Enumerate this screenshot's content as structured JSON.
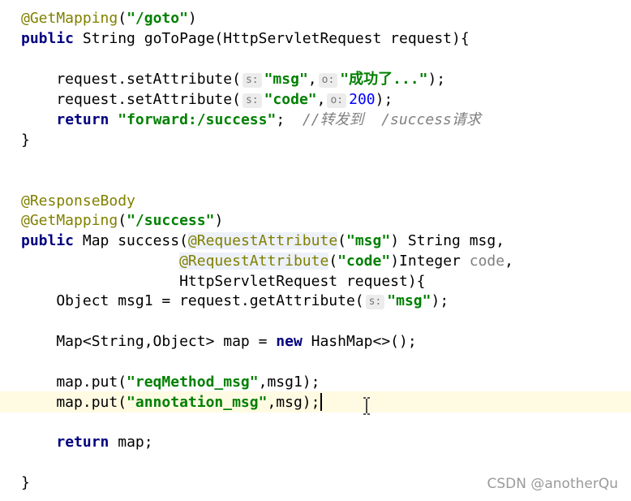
{
  "colors": {
    "annotation": "#808000",
    "keyword": "#000080",
    "string": "#008000",
    "number": "#0000ff",
    "comment": "#808080",
    "current_line": "#fffbe3"
  },
  "code": {
    "l1": {
      "ann": "@GetMapping",
      "open": "(",
      "str": "\"/goto\"",
      "close": ")"
    },
    "l2": {
      "kw": "public",
      "rest": " String goToPage(HttpServletRequest request){"
    },
    "l4": {
      "pre": "    request.setAttribute(",
      "hint1": "s:",
      "str1": "\"msg\"",
      "comma": ",",
      "hint2": "o:",
      "str2": "\"成功了...\"",
      "end": ");"
    },
    "l5": {
      "pre": "    request.setAttribute(",
      "hint1": "s:",
      "str1": "\"code\"",
      "comma": ",",
      "hint2": "o:",
      "num": "200",
      "end": ");"
    },
    "l6": {
      "pre": "    ",
      "kw": "return",
      "sp": " ",
      "str": "\"forward:/success\"",
      "semi": ";  ",
      "cmt": "//转发到  /success请求"
    },
    "l7": {
      "text": "}"
    },
    "l10": {
      "ann": "@ResponseBody"
    },
    "l11": {
      "ann": "@GetMapping",
      "open": "(",
      "str": "\"/success\"",
      "close": ")"
    },
    "l12": {
      "kw": "public",
      "pre": " Map success(",
      "ann": "@RequestAttribute",
      "open": "(",
      "str": "\"msg\"",
      "rest": ") String msg,"
    },
    "l13": {
      "pre": "                  ",
      "ann": "@RequestAttribute",
      "open": "(",
      "str": "\"code\"",
      "mid": ")Integer ",
      "gray": "code",
      "rest": ","
    },
    "l14": {
      "text": "                  HttpServletRequest request){"
    },
    "l15": {
      "pre": "    Object msg1 = request.getAttribute(",
      "hint": "s:",
      "str": "\"msg\"",
      "end": ");"
    },
    "l17": {
      "pre": "    Map<String,Object> map = ",
      "kw": "new",
      "rest": " HashMap<>();"
    },
    "l19": {
      "pre": "    map.put(",
      "str": "\"reqMethod_msg\"",
      "rest": ",msg1);"
    },
    "l20": {
      "pre": "    map.put(",
      "str": "\"annotation_msg\"",
      "rest": ",msg);"
    },
    "l22": {
      "pre": "    ",
      "kw": "return",
      "rest": " map;"
    },
    "l24": {
      "text": "}"
    }
  },
  "icons": {
    "text_cursor": "i-beam-cursor-icon"
  },
  "watermark": "CSDN @anotherQu"
}
